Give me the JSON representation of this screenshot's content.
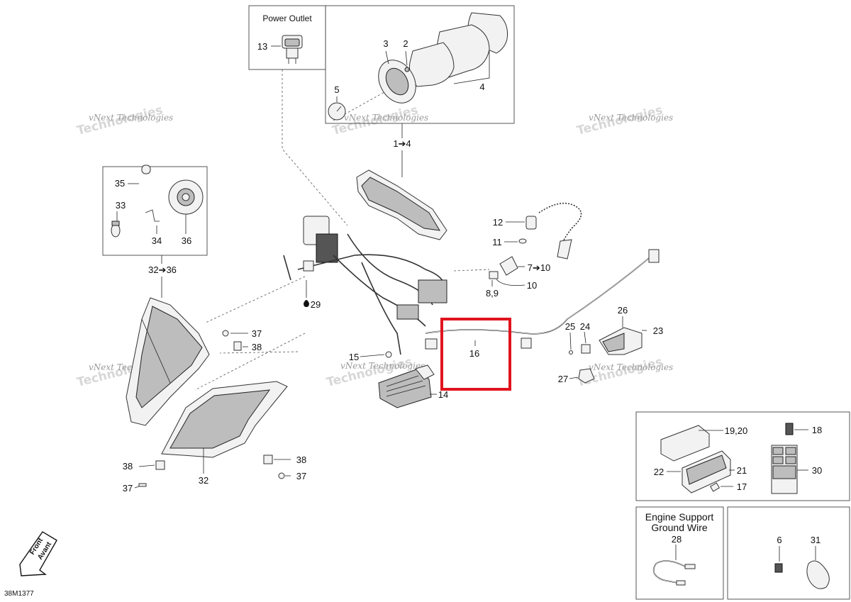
{
  "boxes": {
    "power_outlet": "Power Outlet",
    "engine_support": "Engine Support",
    "ground_wire": "Ground Wire"
  },
  "watermark": {
    "line1": "vNext Technologies",
    "line2": "Technologies"
  },
  "front_arrow": {
    "line1": "Front",
    "line2": "Avant"
  },
  "diagram_code": "38M1377",
  "callouts": {
    "c13": "13",
    "c3": "3",
    "c2": "2",
    "c5": "5",
    "c4": "4",
    "c1_4": "1➔4",
    "c35": "35",
    "c33": "33",
    "c34": "34",
    "c36": "36",
    "c32_36": "32➔36",
    "c12": "12",
    "c11": "11",
    "c7_10": "7➔10",
    "c8_9": "8,9",
    "c10": "10",
    "c29": "29",
    "c37a": "37",
    "c38a": "38",
    "c15": "15",
    "c14": "14",
    "c16": "16",
    "c25": "25",
    "c24": "24",
    "c26": "26",
    "c23": "23",
    "c27": "27",
    "c38b": "38",
    "c37b": "37",
    "c32": "32",
    "c38c": "38",
    "c37c": "37",
    "c19_20": "19,20",
    "c18": "18",
    "c22": "22",
    "c21": "21",
    "c30": "30",
    "c17": "17",
    "c28": "28",
    "c6": "6",
    "c31": "31"
  },
  "highlight": {
    "part": "16",
    "color": "#e0141e"
  },
  "colors": {
    "line": "#222222",
    "watermark": "#9a9a9a"
  }
}
